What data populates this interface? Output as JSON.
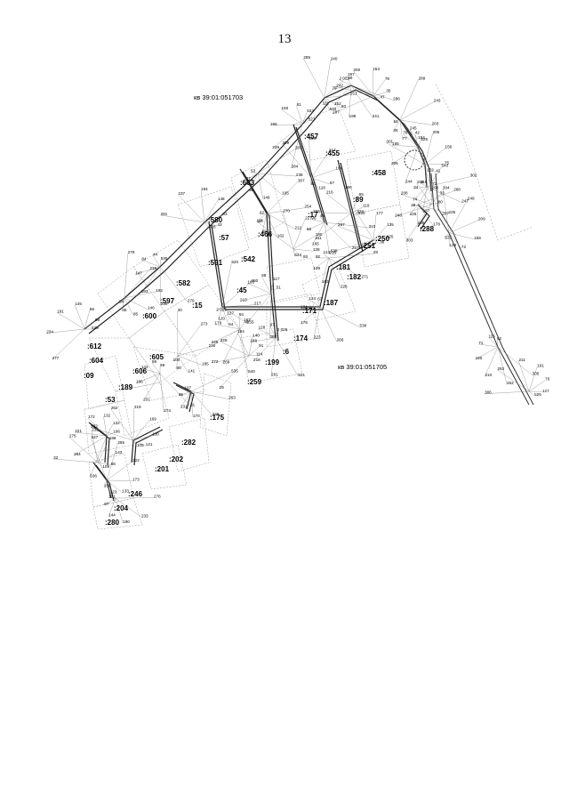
{
  "page_number": "13",
  "blocks": {
    "north": "кв 39:01:051703",
    "south": "кв 39:01:051705"
  },
  "parcel_labels": [
    ":457",
    ":455",
    ":458",
    ":603",
    ":580",
    ":57",
    ":466",
    ":591",
    ":542",
    ":582",
    ":597",
    ":600",
    ":612",
    ":604",
    ":605",
    ":606",
    ":189",
    ":53",
    ":15",
    ":45",
    ":171",
    ":187",
    ":250",
    ":182",
    ":181",
    ":251",
    ":288",
    ":174",
    ":199",
    ":259",
    ":175",
    ":282",
    ":202",
    ":201",
    ":246",
    ":204",
    ":280",
    ":17",
    ":89",
    ":6",
    ":09"
  ],
  "point_labels": [
    "529",
    "54",
    "530",
    "528",
    "53",
    "527",
    "111",
    "59",
    "47",
    "61",
    "526",
    "112",
    "116",
    "80",
    "531",
    "52",
    "525",
    "62",
    "51",
    "50",
    "49",
    "522",
    "2 025",
    "2 026",
    "105",
    "107",
    "106",
    "108",
    "63",
    "38",
    "39",
    "48",
    "524",
    "113",
    "114",
    "100",
    "99",
    "109",
    "101",
    "98",
    "45",
    "44",
    "43",
    "37",
    "533",
    "534",
    "2 022",
    "35",
    "36",
    "42",
    "41",
    "34",
    "33",
    "129",
    "115",
    "127",
    "116",
    "117",
    "118",
    "96",
    "119",
    "120",
    "97",
    "121",
    "95",
    "122",
    "123",
    "124",
    "125",
    "126",
    "94",
    "93",
    "92",
    "91",
    "90",
    "89",
    "88",
    "87",
    "86",
    "85",
    "84",
    "83",
    "82",
    "81",
    "80",
    "79",
    "78",
    "77",
    "76",
    "75",
    "74",
    "73",
    "72",
    "71",
    "70",
    "69",
    "68",
    "67",
    "66",
    "65",
    "64",
    "128",
    "130",
    "131",
    "132",
    "133",
    "134",
    "135",
    "136",
    "137",
    "138",
    "139",
    "140",
    "141",
    "142",
    "143",
    "144",
    "145",
    "146",
    "147",
    "148",
    "149",
    "150",
    "151",
    "152",
    "153",
    "154",
    "155",
    "156",
    "157",
    "158",
    "159",
    "160",
    "161",
    "162",
    "163",
    "164",
    "165",
    "166",
    "167",
    "168",
    "169",
    "170",
    "172",
    "173",
    "176",
    "177",
    "178",
    "179",
    "180",
    "183",
    "184",
    "185",
    "186",
    "188",
    "190",
    "191",
    "192",
    "193",
    "194",
    "195",
    "196",
    "197",
    "198",
    "200",
    "203",
    "205",
    "206",
    "207",
    "208",
    "209",
    "210",
    "211",
    "212",
    "213",
    "214",
    "215",
    "216",
    "217",
    "218",
    "219",
    "220",
    "221",
    "222",
    "223",
    "224",
    "225",
    "226",
    "227",
    "228",
    "229",
    "230",
    "231",
    "232",
    "233",
    "234",
    "235",
    "236",
    "237",
    "238",
    "239",
    "240",
    "241",
    "242",
    "243",
    "244",
    "245",
    "247",
    "248",
    "249",
    "252",
    "253",
    "254",
    "255",
    "256",
    "257",
    "258",
    "260",
    "261",
    "262",
    "263",
    "264",
    "265",
    "266",
    "267",
    "268",
    "269",
    "270",
    "271",
    "272",
    "273",
    "274",
    "275",
    "276",
    "277",
    "278",
    "279",
    "281",
    "283",
    "284",
    "285",
    "286",
    "287",
    "289",
    "290",
    "301",
    "302",
    "303",
    "304",
    "305",
    "306",
    "307",
    "308",
    "309",
    "310",
    "311",
    "520",
    "521",
    "532",
    "535",
    "536",
    "537",
    "538",
    "539",
    "540",
    "540",
    "27",
    "28",
    "29",
    "30",
    "31",
    "32"
  ]
}
